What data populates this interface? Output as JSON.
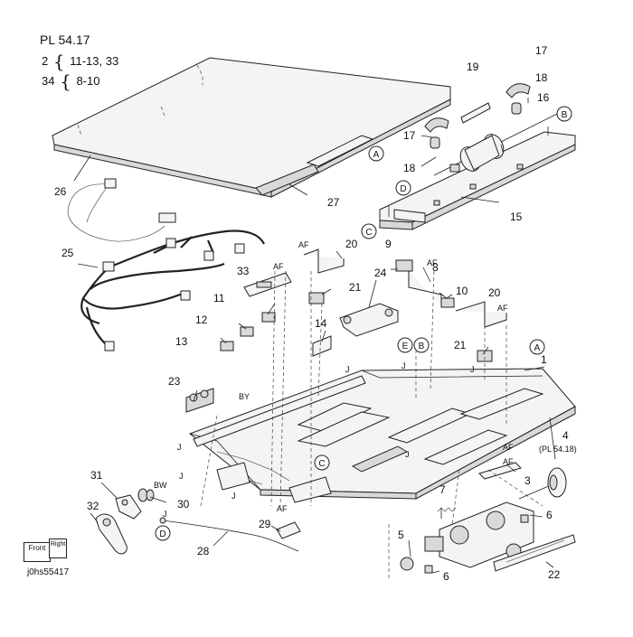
{
  "header": {
    "plate_ref": "PL 54.17",
    "brace_lines": [
      {
        "qty": "2",
        "brace": "{",
        "items": "11-13, 33"
      },
      {
        "qty": "34",
        "brace": "{",
        "items": "8-10"
      }
    ]
  },
  "part_numbers": [
    "1",
    "3",
    "4",
    "5",
    "6",
    "6",
    "7",
    "8",
    "9",
    "10",
    "11",
    "12",
    "13",
    "14",
    "15",
    "16",
    "17",
    "17",
    "18",
    "18",
    "19",
    "20",
    "20",
    "21",
    "21",
    "22",
    "23",
    "24",
    "25",
    "26",
    "27",
    "28",
    "29",
    "30",
    "31",
    "32",
    "33"
  ],
  "sublabels": [
    "(PL 54.18)",
    "AF",
    "AF",
    "AF",
    "AF",
    "AF",
    "AF",
    "AF",
    "J",
    "J",
    "J",
    "J",
    "J",
    "J",
    "J",
    "BY",
    "BW",
    "J"
  ],
  "callouts": [
    "A",
    "A",
    "B",
    "B",
    "C",
    "C",
    "D",
    "D",
    "E"
  ],
  "orientation": {
    "front": "Front",
    "right": "Right"
  },
  "figure_id": "j0hs55417"
}
